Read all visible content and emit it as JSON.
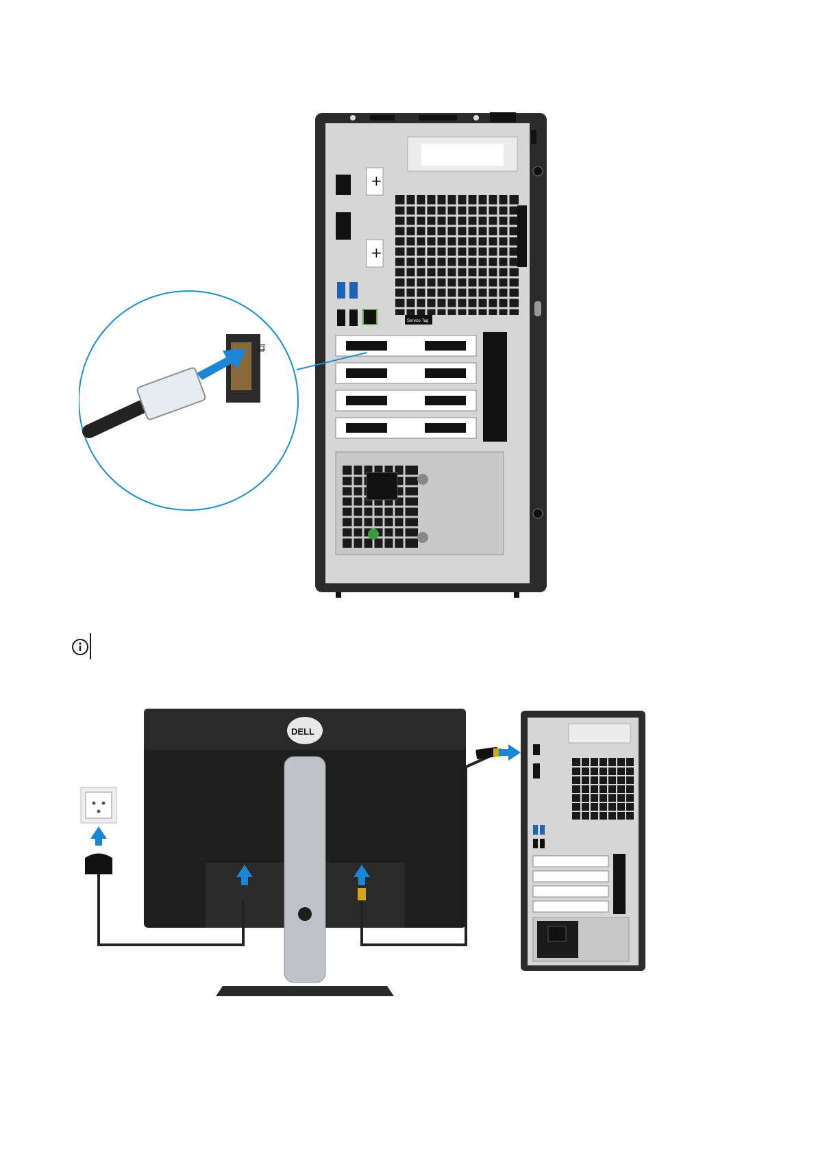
{
  "note": {
    "icon": "info-icon",
    "text": ""
  },
  "figure1": {
    "description_icon": "ethernet-connection",
    "labels": {
      "service_tag": "Service Tag"
    }
  },
  "figure2": {
    "monitor_logo": "DELL"
  },
  "colors": {
    "chassis": "#2b2b2b",
    "panel": "#d9d9d9",
    "callout": "#1a8fd1",
    "arrow": "#1b86d6"
  }
}
